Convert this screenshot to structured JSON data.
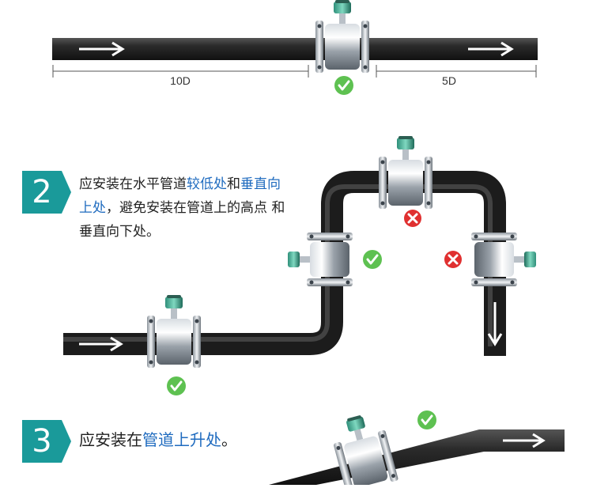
{
  "section1": {
    "dim_left": "10D",
    "dim_right": "5D"
  },
  "section2": {
    "number": "2",
    "text_pre": "应安装在水平管道",
    "text_hl1": "较低处",
    "text_mid": "和",
    "text_hl2": "垂直向上处",
    "text_post": "，避免安装在管道上的高点 和垂直向下处。"
  },
  "section3": {
    "number": "3",
    "text_pre": "应安装在",
    "text_hl": "管道上升处",
    "text_post": "。"
  },
  "colors": {
    "teal": "#1a9a9a",
    "highlight": "#1f6bbf",
    "ok": "#5ec151",
    "bad": "#e03030",
    "pipe": "#2a2a2a"
  },
  "icons": [
    "flow-arrow-icon",
    "check-icon",
    "cross-icon",
    "flowmeter-icon"
  ]
}
